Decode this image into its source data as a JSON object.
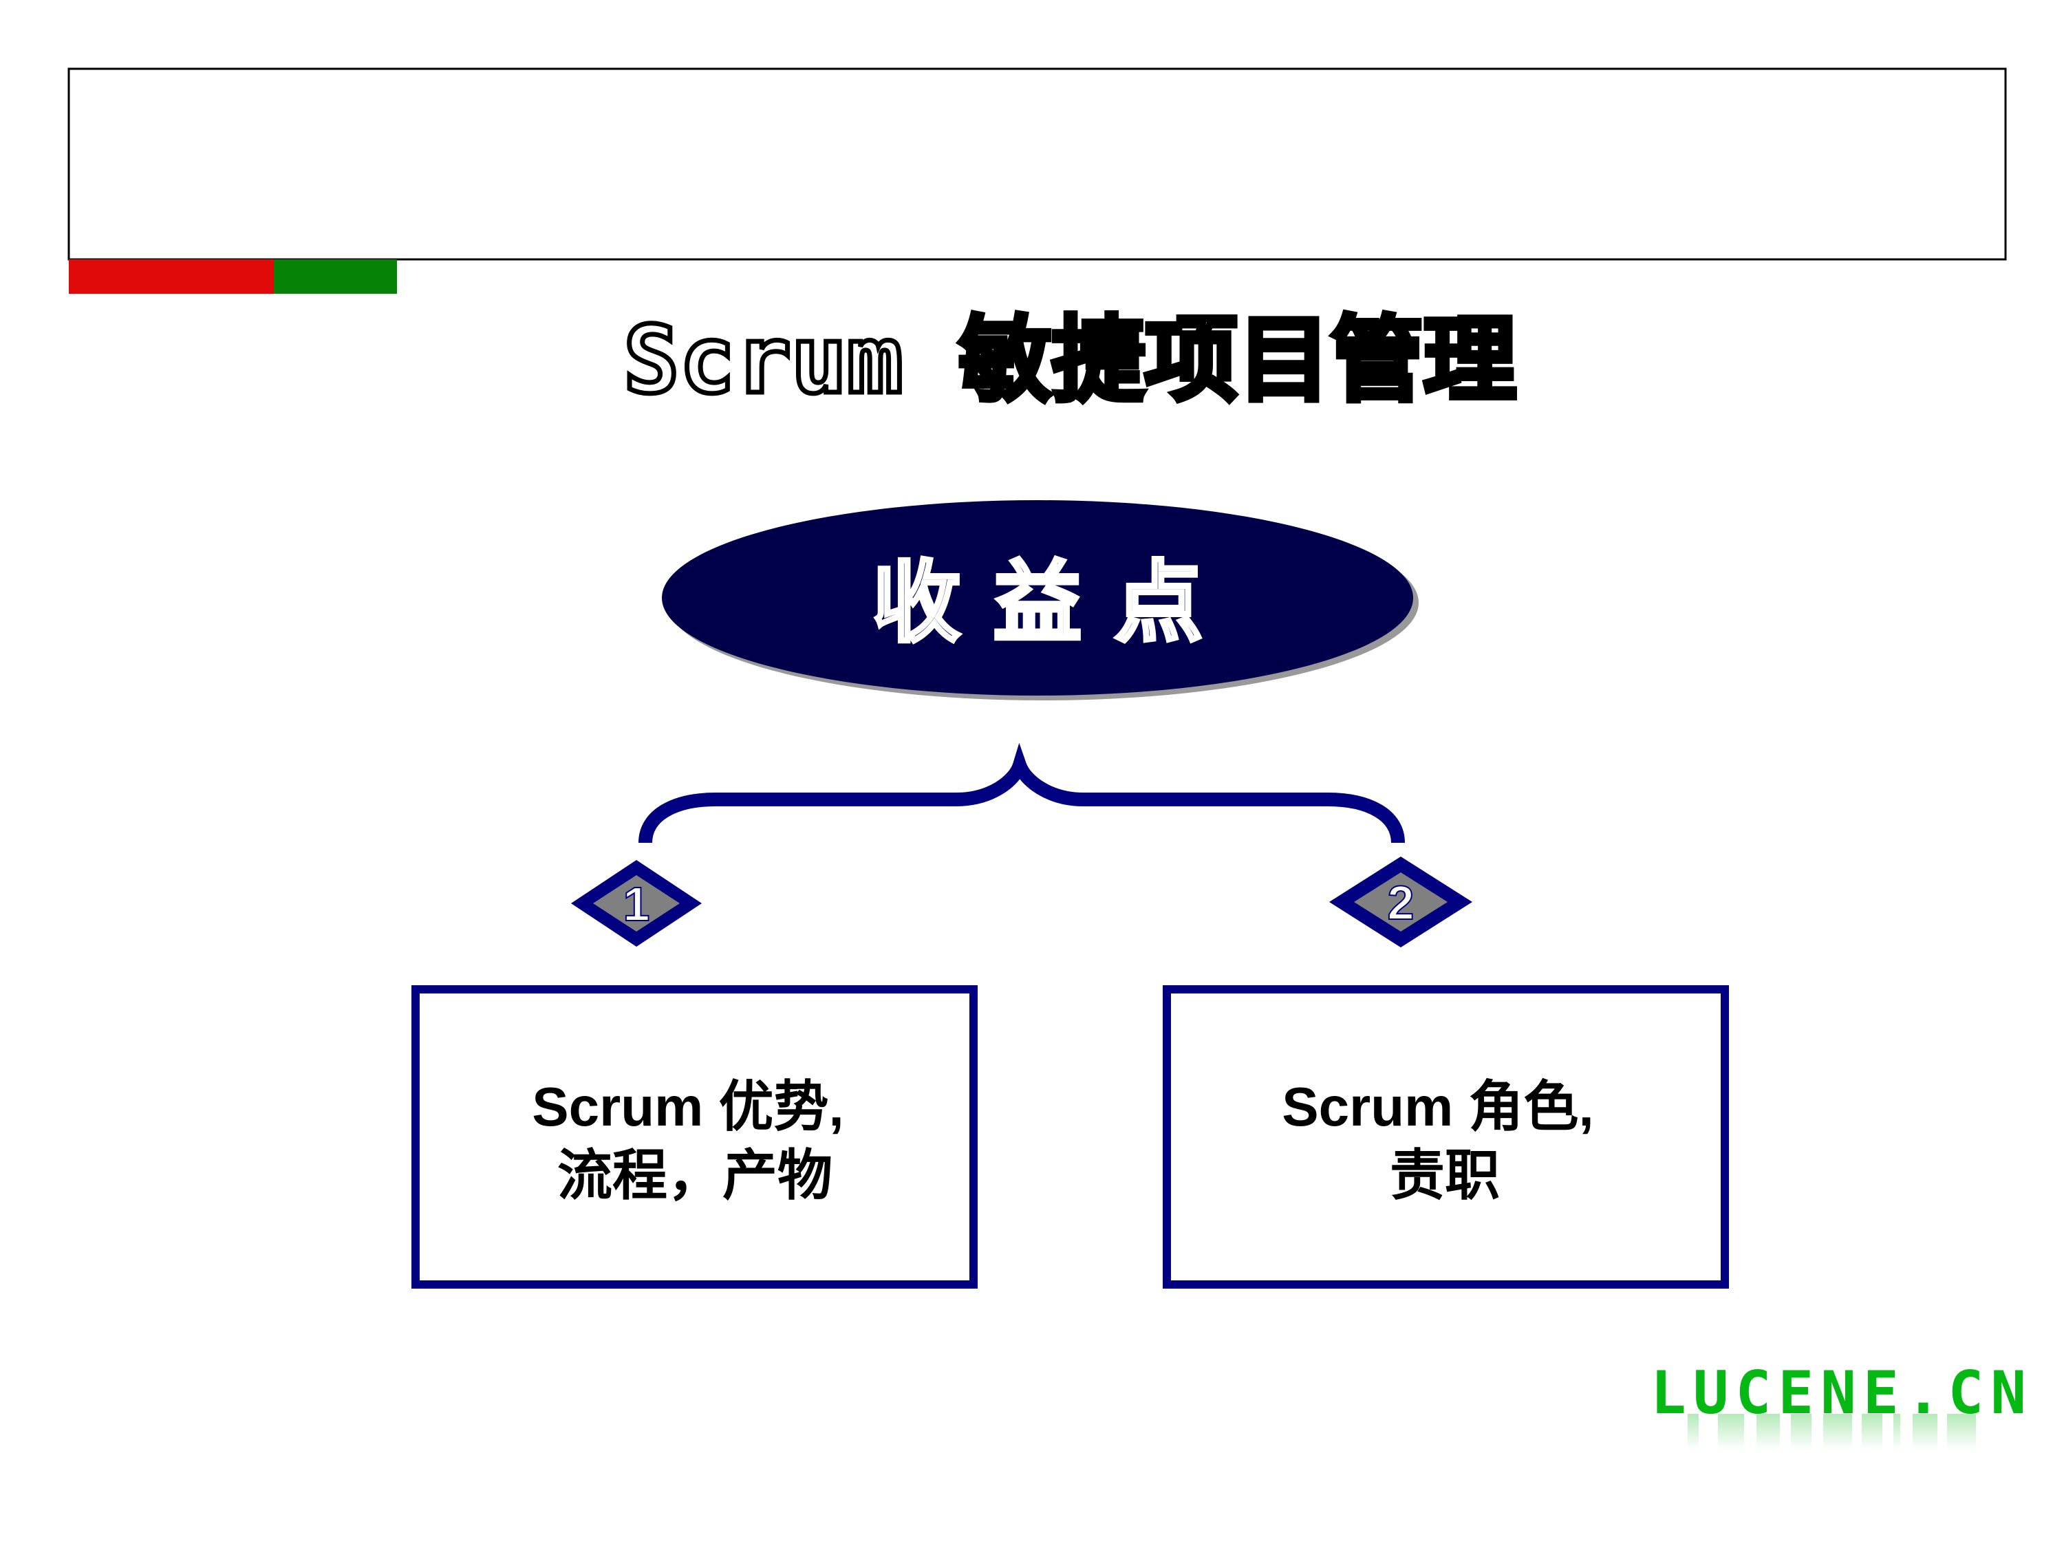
{
  "slide": {
    "title": "Scrum 敏捷项目管理",
    "center_label": "收益点",
    "items": [
      {
        "number": "1",
        "line1": "Scrum 优势,",
        "line2": "流程，产物"
      },
      {
        "number": "2",
        "line1": "Scrum 角色,",
        "line2": "责职"
      }
    ],
    "logo": "LUCENE.CN"
  },
  "colors": {
    "navy": "#000080",
    "ellipse": "#00004a",
    "red": "#e00a0a",
    "green": "#068206",
    "logo_green": "#05b814",
    "diamond_gray": "#808080"
  }
}
